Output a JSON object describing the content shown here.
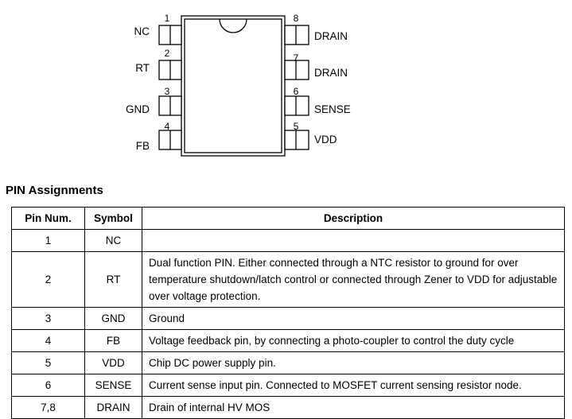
{
  "diagram": {
    "left_pins": [
      {
        "number": "1",
        "name": "NC"
      },
      {
        "number": "2",
        "name": "RT"
      },
      {
        "number": "3",
        "name": "GND"
      },
      {
        "number": "4",
        "name": "FB"
      }
    ],
    "right_pins": [
      {
        "number": "8",
        "name": "DRAIN"
      },
      {
        "number": "7",
        "name": "DRAIN"
      },
      {
        "number": "6",
        "name": "SENSE"
      },
      {
        "number": "5",
        "name": "VDD"
      }
    ]
  },
  "section_title": "PIN Assignments",
  "table": {
    "headers": [
      "Pin Num.",
      "Symbol",
      "Description"
    ],
    "rows": [
      {
        "pin": "1",
        "symbol": "NC",
        "description": ""
      },
      {
        "pin": "2",
        "symbol": "RT",
        "description": "Dual function PIN. Either connected through a NTC resistor to ground for over temperature shutdown/latch control or connected through Zener to VDD for adjustable over voltage protection."
      },
      {
        "pin": "3",
        "symbol": "GND",
        "description": "Ground"
      },
      {
        "pin": "4",
        "symbol": "FB",
        "description": "Voltage feedback pin, by connecting a photo-coupler to control the duty cycle"
      },
      {
        "pin": "5",
        "symbol": "VDD",
        "description": "Chip DC power supply pin."
      },
      {
        "pin": "6",
        "symbol": "SENSE",
        "description": "Current sense input pin. Connected to MOSFET current sensing resistor node."
      },
      {
        "pin": "7,8",
        "symbol": "DRAIN",
        "description": "Drain of internal HV MOS"
      }
    ]
  }
}
